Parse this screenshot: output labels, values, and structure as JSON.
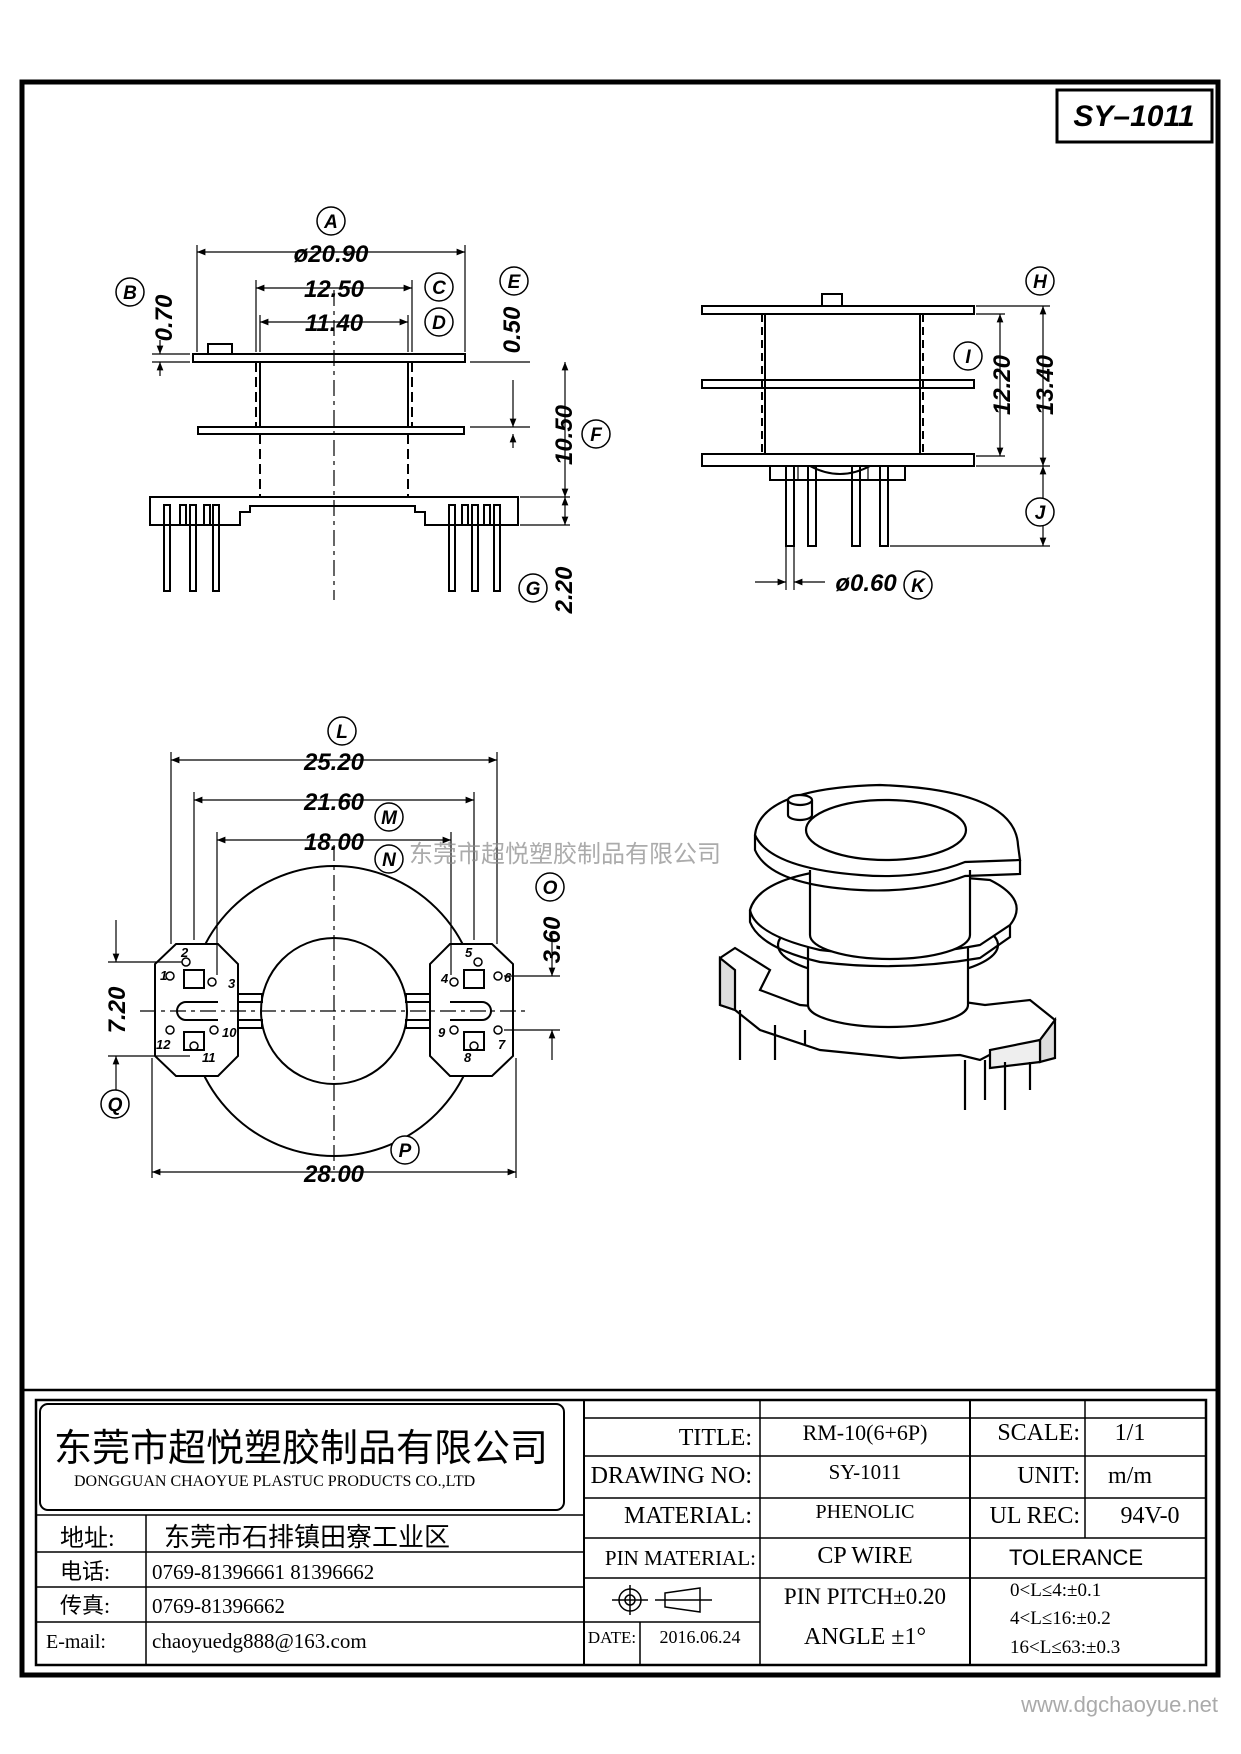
{
  "drawing_number_box": "SY–1011",
  "watermark": "东莞市超悦塑胶制品有限公司",
  "footer_url": "www.dgchaoyue.net",
  "dimensions": {
    "A": "ø20.90",
    "B": "0.70",
    "C": "12.50",
    "D": "11.40",
    "E": "0.50",
    "F": "10.50",
    "G": "2.20",
    "H": "13.40",
    "I": "12.20",
    "K": "ø0.60",
    "L": "25.20",
    "M": "21.60",
    "N": "18.00",
    "O": "3.60",
    "P": "28.00",
    "Q": "7.20"
  },
  "labels": [
    "A",
    "B",
    "C",
    "D",
    "E",
    "F",
    "G",
    "H",
    "I",
    "J",
    "K",
    "L",
    "M",
    "N",
    "O",
    "P",
    "Q"
  ],
  "pin_numbers": [
    "1",
    "2",
    "3",
    "4",
    "5",
    "6",
    "7",
    "8",
    "9",
    "10",
    "11",
    "12"
  ],
  "company": {
    "name_cn": "东莞市超悦塑胶制品有限公司",
    "name_en": "DONGGUAN CHAOYUE PLASTUC PRODUCTS CO.,LTD",
    "address_label": "地址:",
    "address": "东莞市石排镇田寮工业区",
    "phone_label": "电话:",
    "phone": "0769-81396661   81396662",
    "fax_label": "传真:",
    "fax": "0769-81396662",
    "email_label": "E-mail:",
    "email": "chaoyuedg888@163.com"
  },
  "title_block": {
    "title_label": "TITLE:",
    "title": "RM-10(6+6P)",
    "drawing_no_label": "DRAWING NO:",
    "drawing_no": "SY-1011",
    "material_label": "MATERIAL:",
    "material": "PHENOLIC",
    "pin_material_label": "PIN MATERIAL:",
    "pin_material": "CP WIRE",
    "pin_pitch": "PIN PITCH±0.20",
    "date_label": "DATE:",
    "date": "2016.06.24",
    "angle": "ANGLE  ±1°",
    "scale_label": "SCALE:",
    "scale": "1/1",
    "unit_label": "UNIT:",
    "unit": "m/m",
    "ul_label": "UL REC:",
    "ul": "94V-0",
    "tolerance_label": "TOLERANCE",
    "tolerances": [
      "0<L≤4:±0.1",
      "4<L≤16:±0.2",
      "16<L≤63:±0.3"
    ]
  }
}
